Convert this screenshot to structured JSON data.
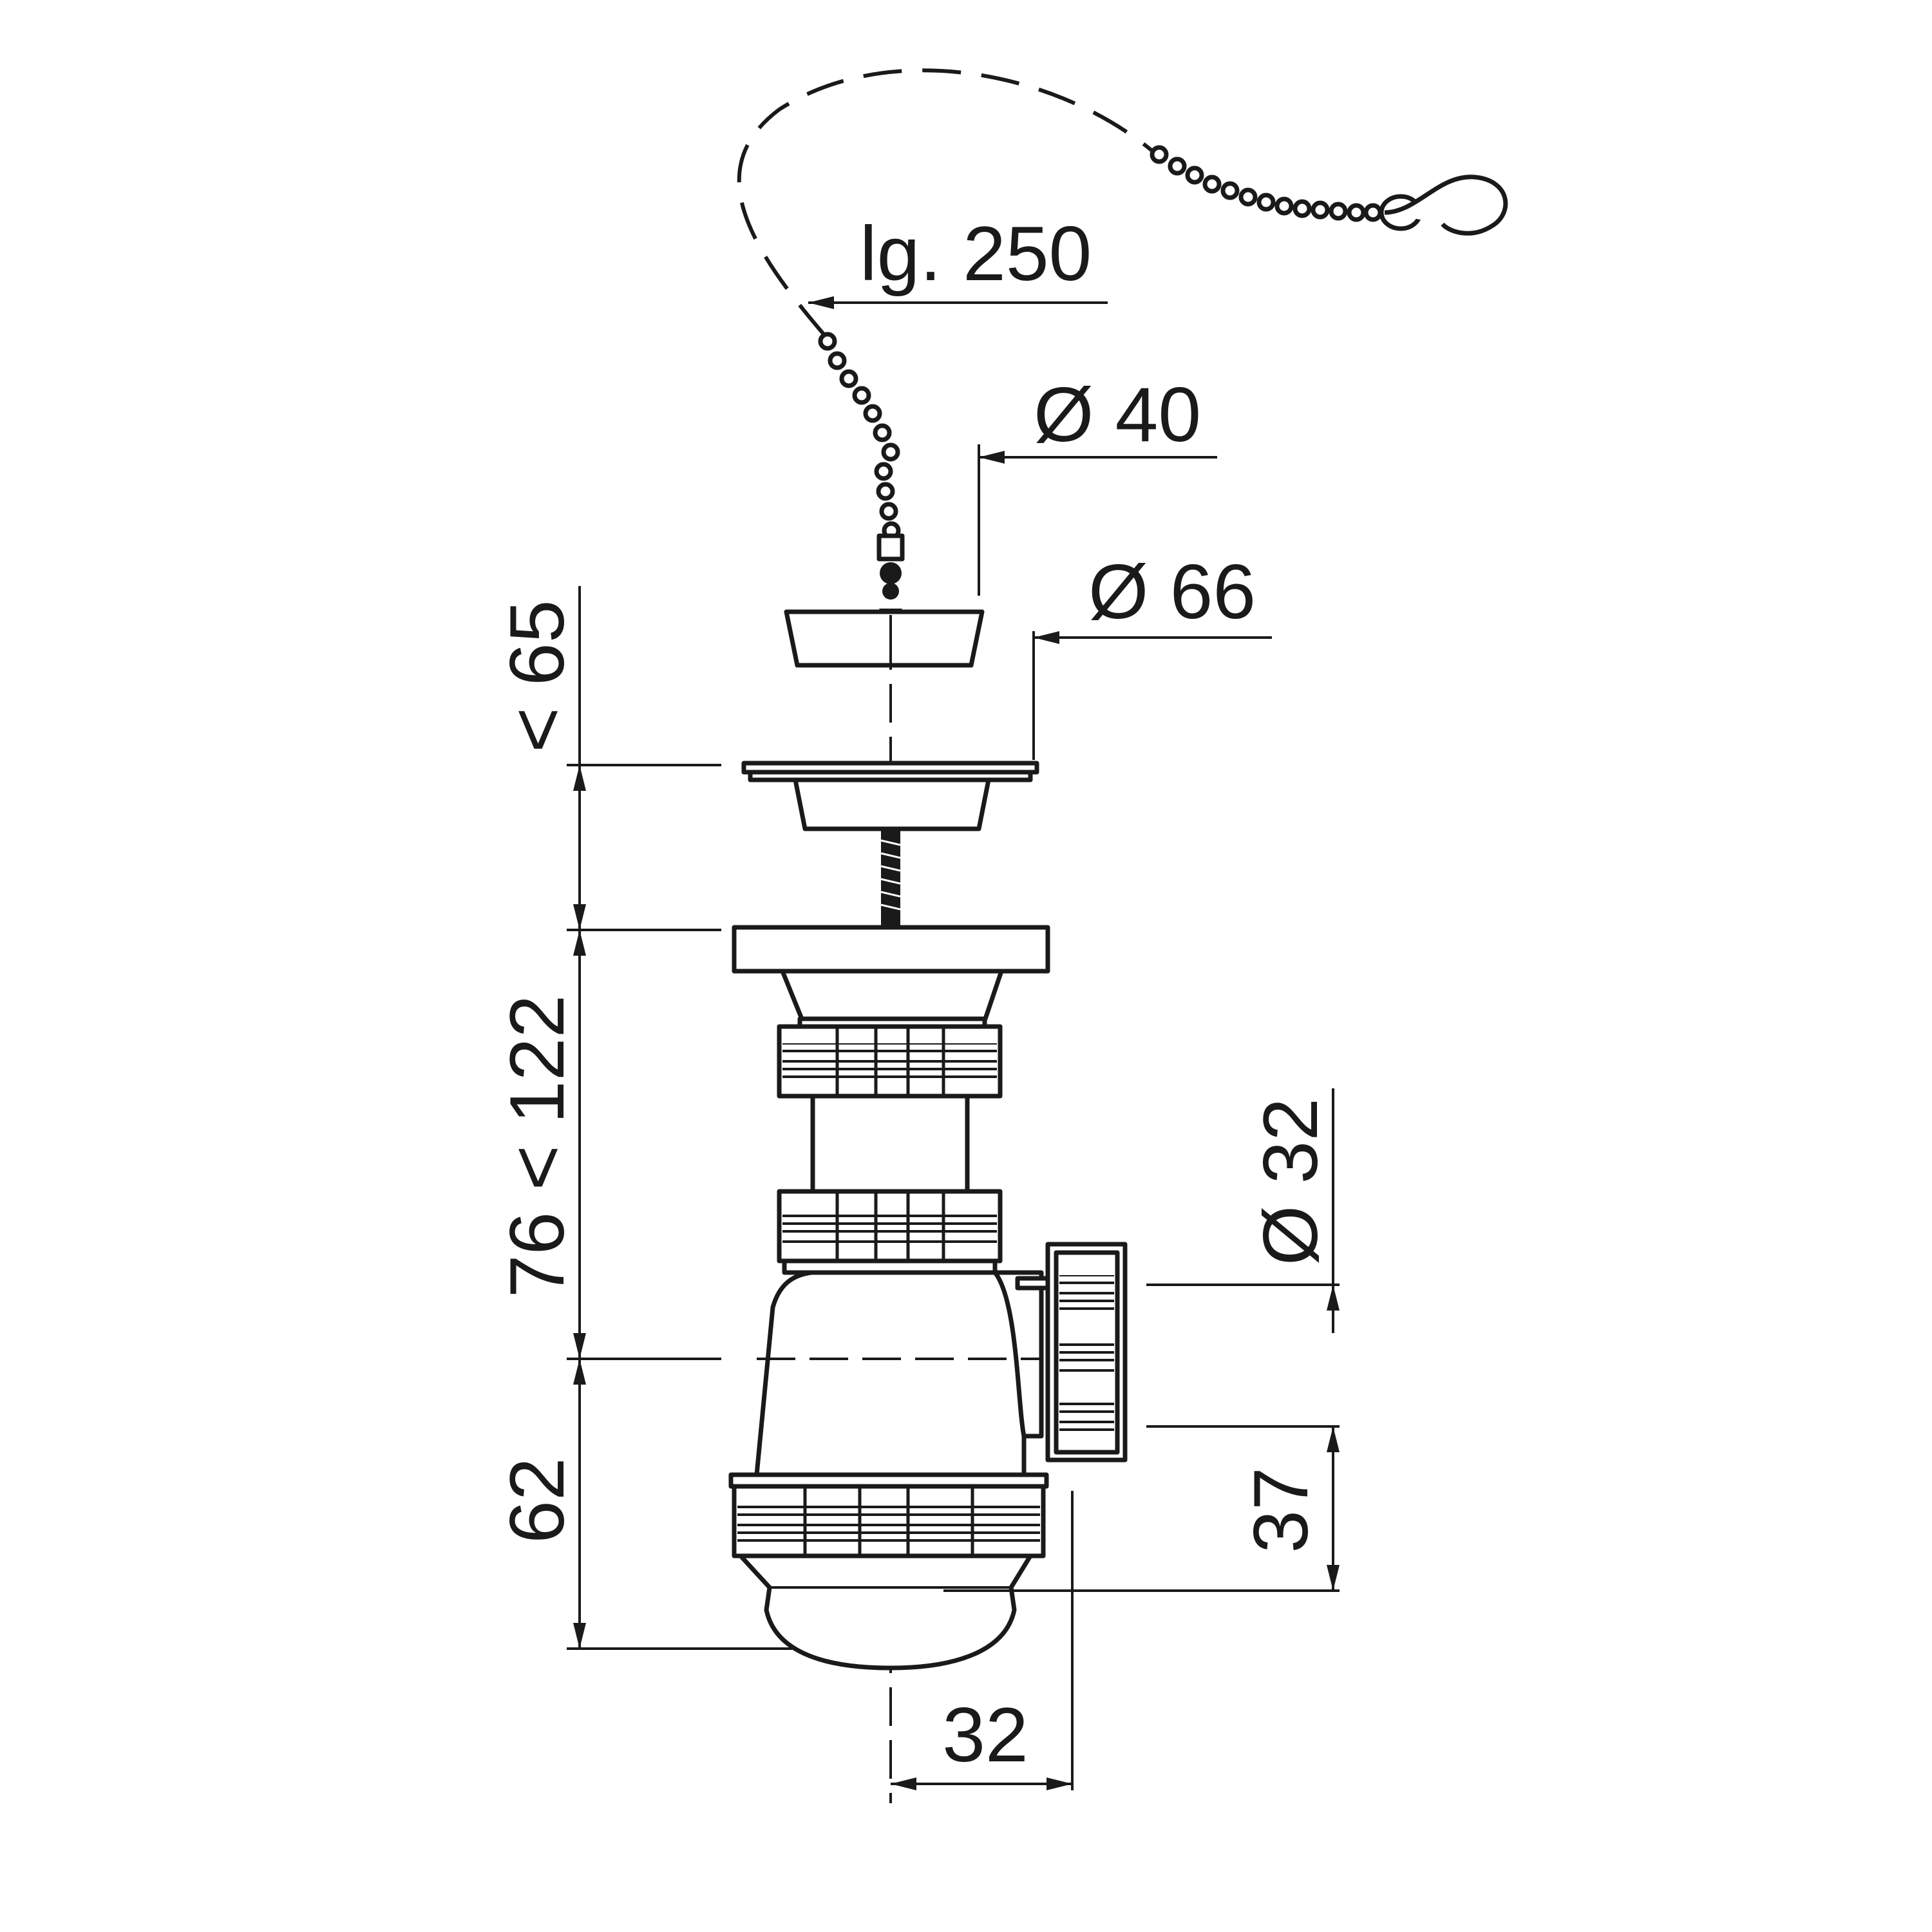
{
  "dimensions": {
    "chain_length": "lg. 250",
    "stopper_diameter": "Ø 40",
    "strainer_diameter": "Ø 66",
    "stopper_height": "< 65",
    "adjustable_height": "76 < 122",
    "outlet_diameter": "Ø 32",
    "bottom_height": "62",
    "outlet_height": "37",
    "outlet_offset": "32"
  }
}
